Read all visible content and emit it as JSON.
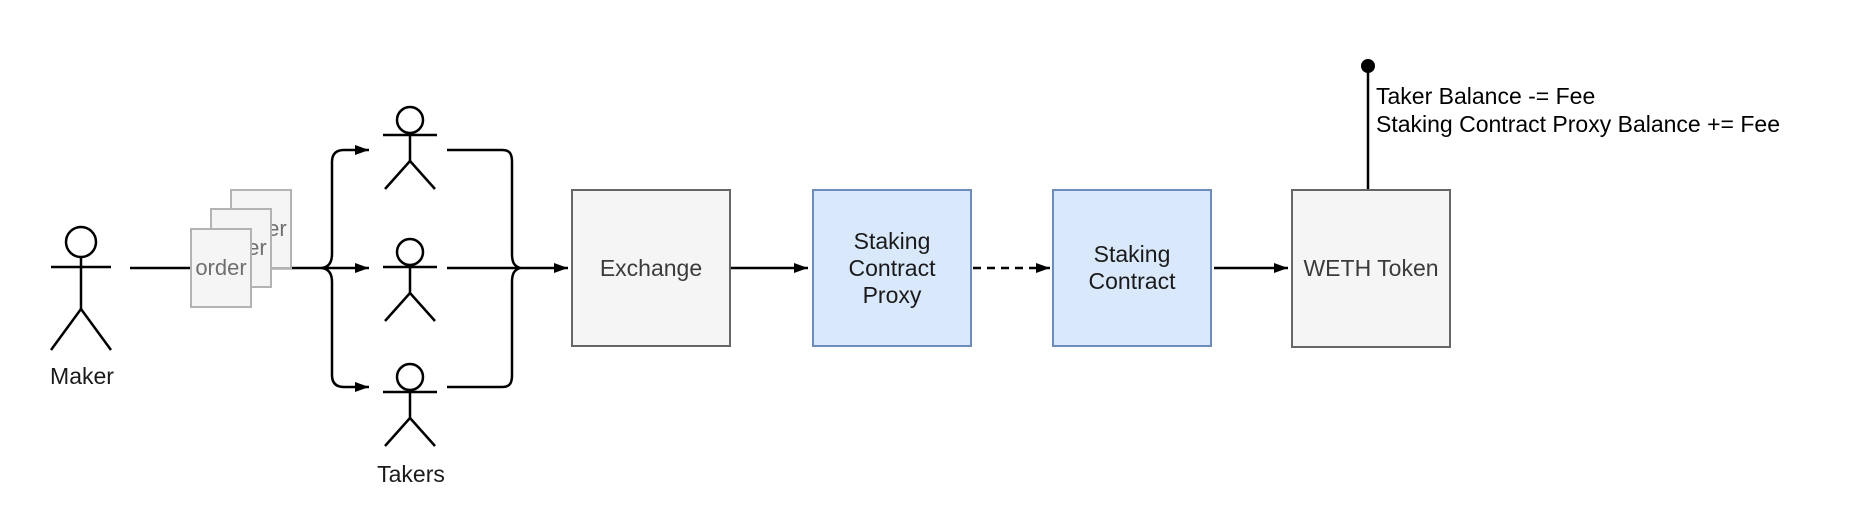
{
  "diagram": {
    "type": "flow-diagram",
    "background": "#ffffff",
    "nodes": {
      "maker": {
        "label": "Maker",
        "shape": "actor"
      },
      "orders": {
        "label": "order",
        "shape": "stacked-documents",
        "count": 3
      },
      "takers": {
        "label": "Takers",
        "shape": "actor-group",
        "count": 3
      },
      "exchange": {
        "label": "Exchange",
        "style": "gray-box"
      },
      "staking_contract_proxy": {
        "label": "Staking\nContract\nProxy",
        "style": "blue-box"
      },
      "staking_contract": {
        "label": "Staking\nContract",
        "style": "blue-box"
      },
      "weth_token": {
        "label": "WETH Token",
        "style": "gray-box"
      }
    },
    "edges": [
      {
        "from": "maker",
        "to": "orders",
        "style": "solid-line"
      },
      {
        "from": "orders",
        "to": "takers",
        "style": "solid-arrow-fanout"
      },
      {
        "from": "takers",
        "to": "exchange",
        "style": "solid-arrow-fanin"
      },
      {
        "from": "exchange",
        "to": "staking_contract_proxy",
        "style": "solid-arrow"
      },
      {
        "from": "staking_contract_proxy",
        "to": "staking_contract",
        "style": "dashed-arrow"
      },
      {
        "from": "staking_contract",
        "to": "weth_token",
        "style": "solid-arrow"
      },
      {
        "from": "weth_token",
        "to": "annotation",
        "style": "line-with-dot"
      }
    ],
    "annotation": {
      "text": "Taker Balance -= Fee\nStaking Contract Proxy Balance += Fee"
    },
    "colors": {
      "gray_node_fill": "#f5f5f5",
      "gray_node_stroke": "#666666",
      "blue_node_fill": "#dae8fc",
      "blue_node_stroke": "#6c8ebf",
      "page_stroke": "#b3b3b3",
      "page_text": "#707070",
      "connector": "#000000"
    }
  }
}
